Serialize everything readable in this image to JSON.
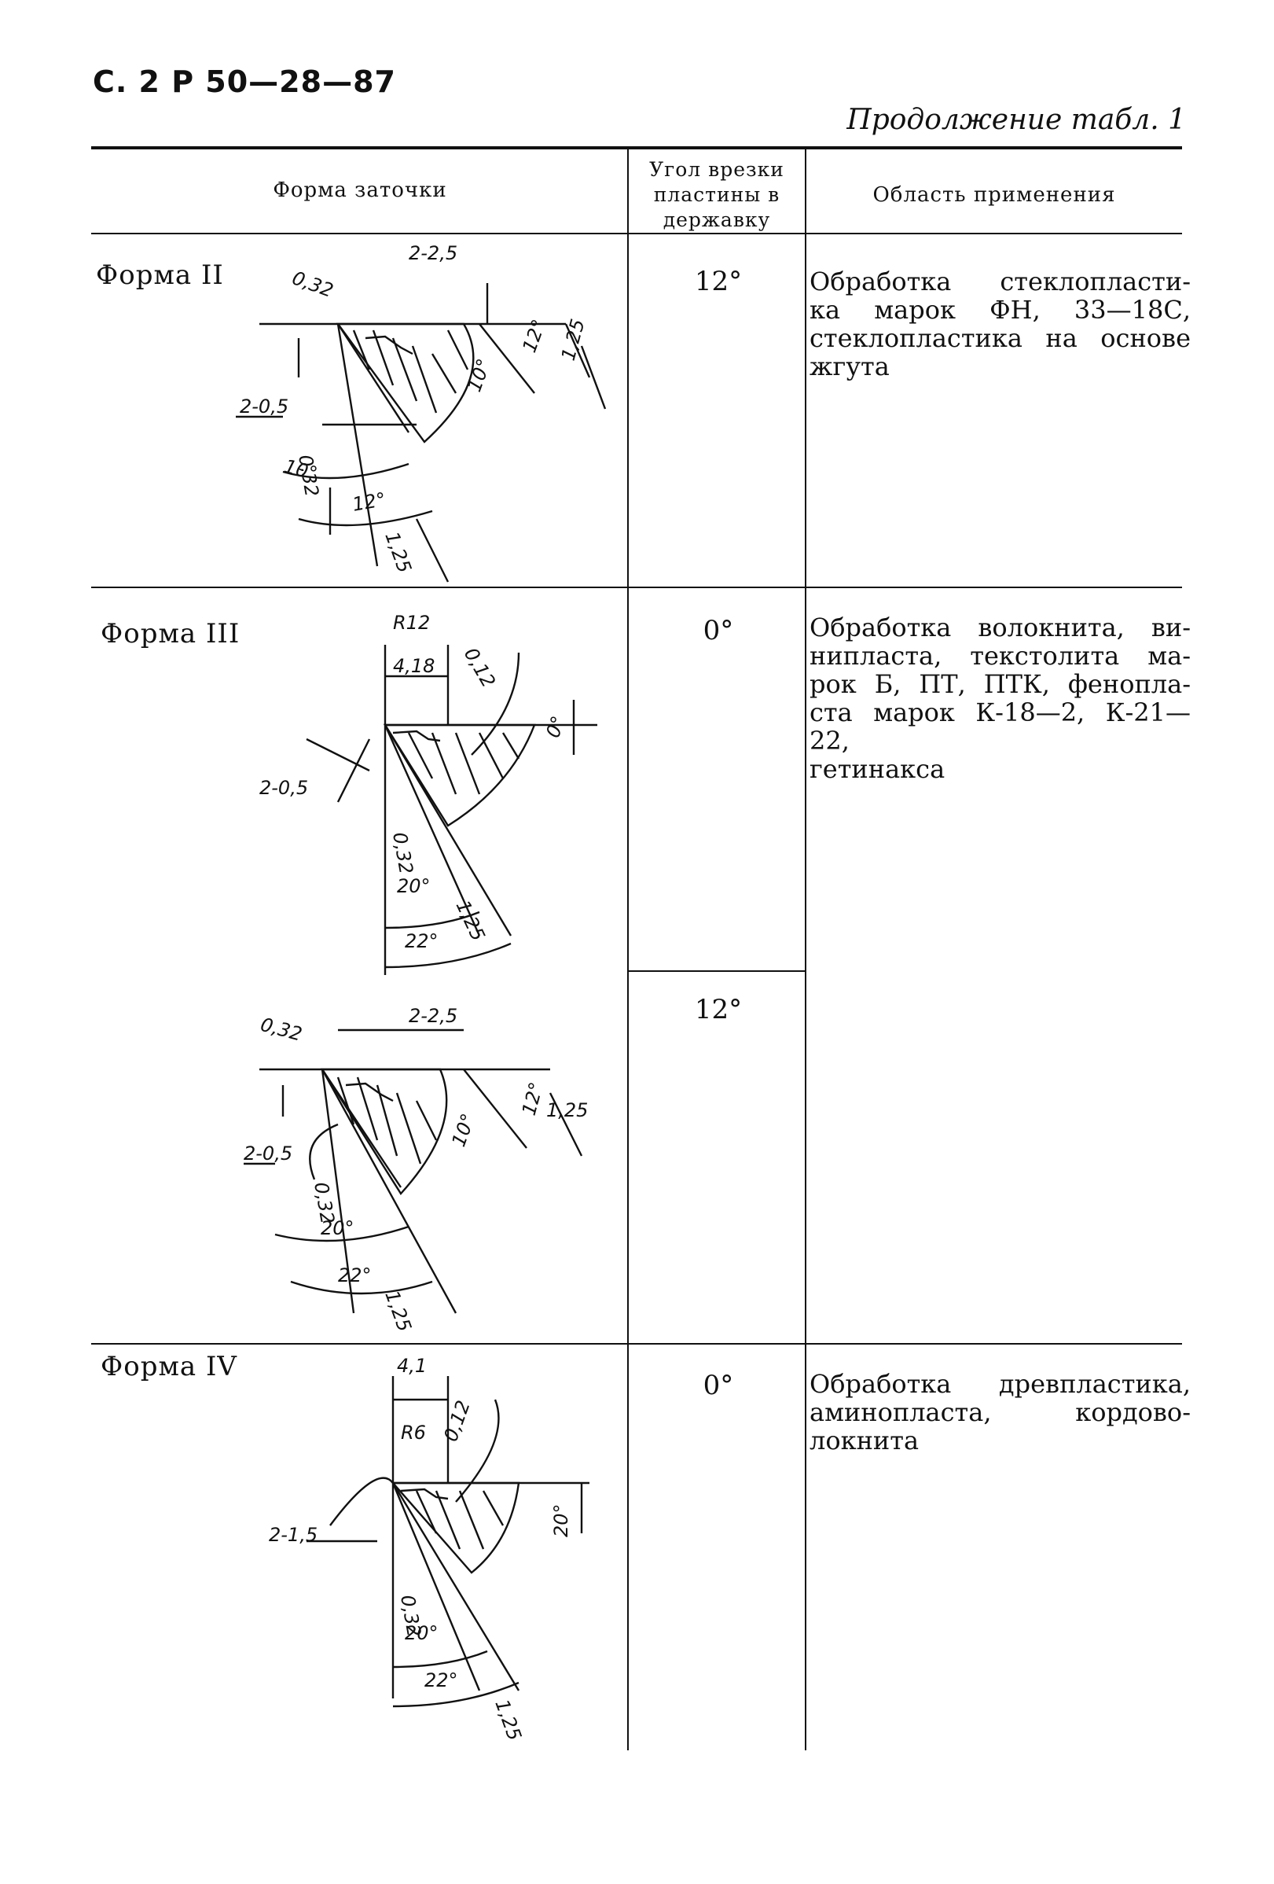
{
  "page_header": "С. 2 Р 50—28—87",
  "continuation": "Продолжение табл. 1",
  "table": {
    "headers": {
      "form": "Форма заточки",
      "angle": [
        "Угол врезки",
        "пластины в",
        "державку"
      ],
      "area": "Область применения"
    },
    "rows": [
      {
        "form": "Форма II",
        "angle": "12°",
        "area": [
          "Обработка стеклопласти-",
          "ка марок ФН, 33—18С,",
          "стеклопластика на основе",
          "жгута"
        ],
        "dims": [
          "0,32",
          "2-2,5",
          "12°",
          "1,25",
          "10°",
          "2-0,5",
          "0,32",
          "10°",
          "12°",
          "1,25"
        ]
      },
      {
        "form": "Форма III",
        "angle": "0°",
        "area": [
          "Обработка волокнита, ви-",
          "нипласта, текстолита ма-",
          "рок Б, ПТ, ПТК, фенопла-",
          "ста марок К-18—2, К-21—22,",
          "гетинакса"
        ],
        "dims": [
          "R12",
          "0,12",
          "4,18",
          "0°",
          "2-0,5",
          "0,32",
          "20°",
          "1,25",
          "22°"
        ]
      },
      {
        "form": "",
        "angle": "12°",
        "dims": [
          "0,32",
          "2-2,5",
          "12°",
          "1,25",
          "10°",
          "2-0,5",
          "0,32",
          "20°",
          "22°",
          "1,25"
        ]
      },
      {
        "form": "Форма IV",
        "angle": "0°",
        "area": [
          "Обработка древпластика,",
          "аминопласта, кордово-",
          "локнита"
        ],
        "dims": [
          "4,1",
          "R6",
          "0,12",
          "20°",
          "2-1,5",
          "0,32",
          "20°",
          "22°",
          "1,25"
        ]
      }
    ]
  }
}
